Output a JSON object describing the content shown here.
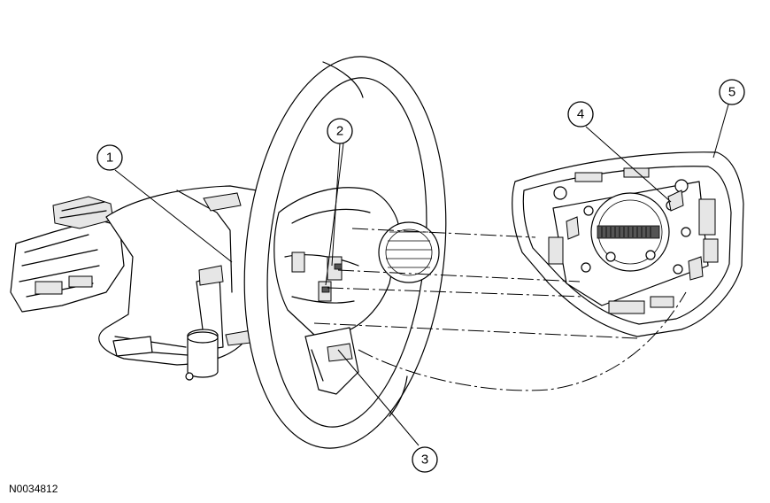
{
  "figure_id": "N0034812",
  "callouts": [
    {
      "id": "callout-1",
      "label": "1"
    },
    {
      "id": "callout-2",
      "label": "2"
    },
    {
      "id": "callout-3",
      "label": "3"
    },
    {
      "id": "callout-4",
      "label": "4"
    },
    {
      "id": "callout-5",
      "label": "5"
    }
  ]
}
